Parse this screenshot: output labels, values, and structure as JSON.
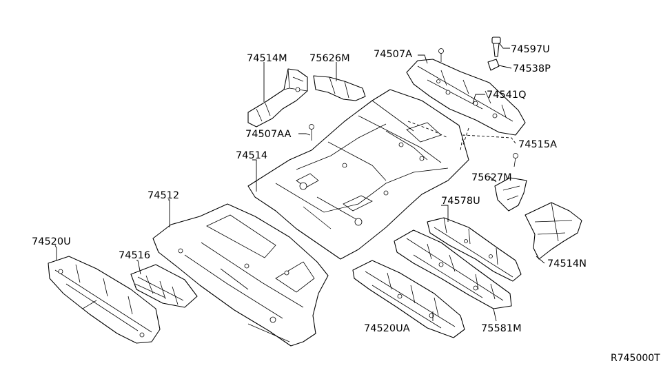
{
  "diagram": {
    "reference": "R745000T",
    "labels": {
      "p74514M": "74514M",
      "p75626M": "75626M",
      "p74507A": "74507A",
      "p74597U": "74597U",
      "p74538P": "74538P",
      "p74541Q": "74541Q",
      "p74507AA": "74507AA",
      "p74515A": "74515A",
      "p74514": "74514",
      "p75627M": "75627M",
      "p74512": "74512",
      "p74578U": "74578U",
      "p74520U": "74520U",
      "p74516": "74516",
      "p74514N": "74514N",
      "p74520UA": "74520UA",
      "p75581M": "75581M"
    }
  }
}
